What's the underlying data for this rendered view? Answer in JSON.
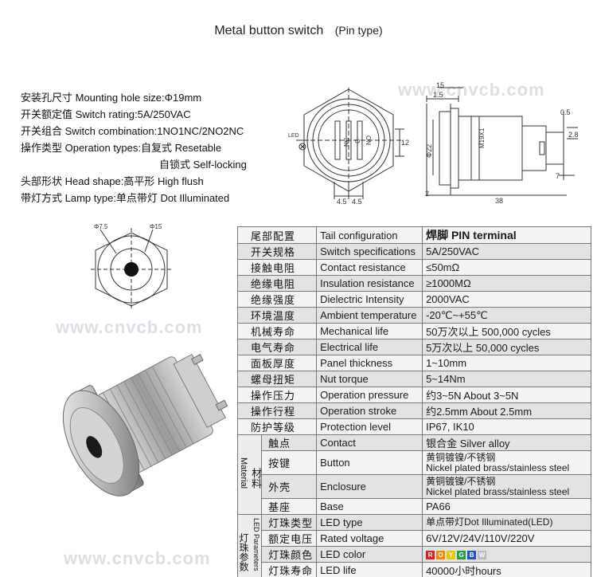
{
  "title": {
    "main": "Metal button switch",
    "sub": "(Pin type)"
  },
  "watermark": "www.cnvcb.com",
  "specs": [
    "安装孔尺寸 Mounting hole size:Φ19mm",
    "开关额定值 Switch rating:5A/250VAC",
    "开关组合 Switch combination:1NO1NC/2NO2NC",
    "操作类型 Operation types:自复式 Resetable",
    "自锁式 Self-locking",
    "头部形状 Head shape:高平形 High flush",
    "带灯方式 Lamp type:单点带灯 Dot Illuminated"
  ],
  "drawing_labels": {
    "led": "LED",
    "w1": "4.5",
    "w2": "4.5",
    "h12": "12",
    "d15": "15",
    "d1_5": "1.5",
    "d22": "Φ22",
    "d0_5": "0.5",
    "d2_8": "2.8",
    "d7": "7",
    "d2": "2",
    "d38": "38",
    "m19": "M19X1",
    "phi7_5": "Φ7.5",
    "phi15": "Φ15",
    "pin_nc": "NC",
    "pin_c": "C",
    "pin_no": "NO"
  },
  "table": [
    {
      "cn": "尾部配置",
      "en": "Tail configuration",
      "val": "焊脚  PIN terminal",
      "strong": true
    },
    {
      "cn": "开关规格",
      "en": "Switch specifications",
      "val": "5A/250VAC"
    },
    {
      "cn": "接触电阻",
      "en": "Contact resistance",
      "val": "≤50mΩ"
    },
    {
      "cn": "绝缘电阻",
      "en": "Insulation resistance",
      "val": "≥1000MΩ"
    },
    {
      "cn": "绝缘强度",
      "en": "Dielectric Intensity",
      "val": "2000VAC"
    },
    {
      "cn": "环境温度",
      "en": "Ambient temperature",
      "val": "-20℃~+55℃"
    },
    {
      "cn": "机械寿命",
      "en": "Mechanical life",
      "val": "50万次以上 500,000 cycles"
    },
    {
      "cn": "电气寿命",
      "en": "Electrical life",
      "val": "5万次以上 50,000  cycles"
    },
    {
      "cn": "面板厚度",
      "en": "Panel thickness",
      "val": "1~10mm"
    },
    {
      "cn": "螺母扭矩",
      "en": "Nut torque",
      "val": "5~14Nm"
    },
    {
      "cn": "操作压力",
      "en": "Operation pressure",
      "val": "约3~5N About 3~5N"
    },
    {
      "cn": "操作行程",
      "en": "Operation stroke",
      "val": "约2.5mm About 2.5mm"
    },
    {
      "cn": "防护等级",
      "en": "Protection level",
      "val": "IP67, IK10"
    }
  ],
  "material": {
    "group_cn": "材料",
    "group_en": "Material",
    "rows": [
      {
        "cn": "触点",
        "en": "Contact",
        "val": "银合金 Silver alloy"
      },
      {
        "cn": "按键",
        "en": "Button",
        "val1": "黄铜镀镍/不锈钢",
        "val2": "Nickel plated brass/stainless steel"
      },
      {
        "cn": "外壳",
        "en": "Enclosure",
        "val1": "黄铜镀镍/不锈钢",
        "val2": "Nickel plated brass/stainless steel"
      },
      {
        "cn": "基座",
        "en": "Base",
        "val": "PA66"
      }
    ]
  },
  "led": {
    "group_cn": "灯珠参数",
    "group_en": "LED Parameters",
    "rows": [
      {
        "cn": "灯珠类型",
        "en": "LED type",
        "val": "单点带灯Dot Illuminated(LED)"
      },
      {
        "cn": "额定电压",
        "en": "Rated voltage",
        "val": "6V/12V/24V/110V/220V"
      },
      {
        "cn": "灯珠颜色",
        "en": "LED color",
        "val": ""
      },
      {
        "cn": "灯珠寿命",
        "en": "LED life",
        "val": "40000小时hours"
      }
    ],
    "colors": [
      {
        "letter": "R",
        "hex": "#e02020"
      },
      {
        "letter": "O",
        "hex": "#f08a00"
      },
      {
        "letter": "Y",
        "hex": "#e8c800"
      },
      {
        "letter": "G",
        "hex": "#20a040"
      },
      {
        "letter": "B",
        "hex": "#2050d0"
      },
      {
        "letter": "W",
        "hex": "#bbbbbb"
      }
    ]
  }
}
